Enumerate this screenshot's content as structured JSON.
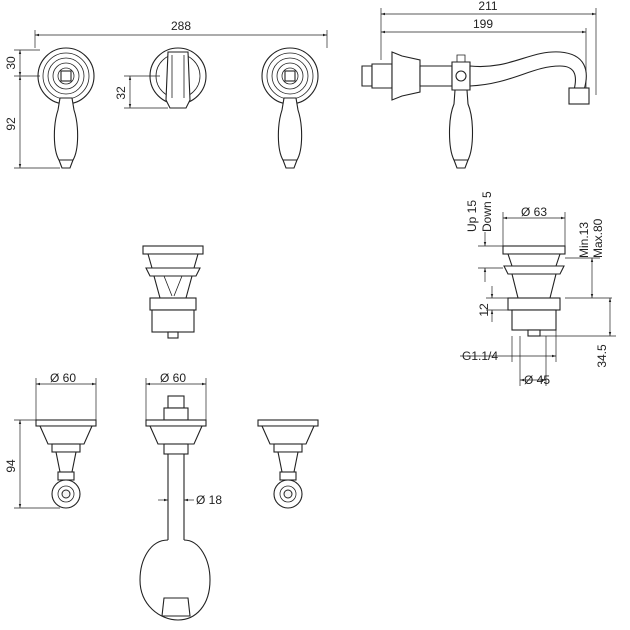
{
  "drawing": {
    "front_view": {
      "overall_width": "288",
      "rosette_height": "30",
      "handle_height": "92",
      "spout_offset": "32"
    },
    "side_view": {
      "total_projection": "211",
      "spout_projection": "199"
    },
    "waste_detail": {
      "up_travel": "Up 15",
      "down_travel": "Down 5",
      "cap_diameter": "63",
      "min_height": "Min.13",
      "max_height": "Max.80",
      "body_height": "12",
      "thread": "G1.1/4",
      "base_diameter": "45",
      "total_height": "34.5"
    },
    "bottom_view": {
      "left_diameter": "60",
      "center_diameter": "60",
      "handle_length": "94",
      "spout_diameter": "18"
    }
  }
}
